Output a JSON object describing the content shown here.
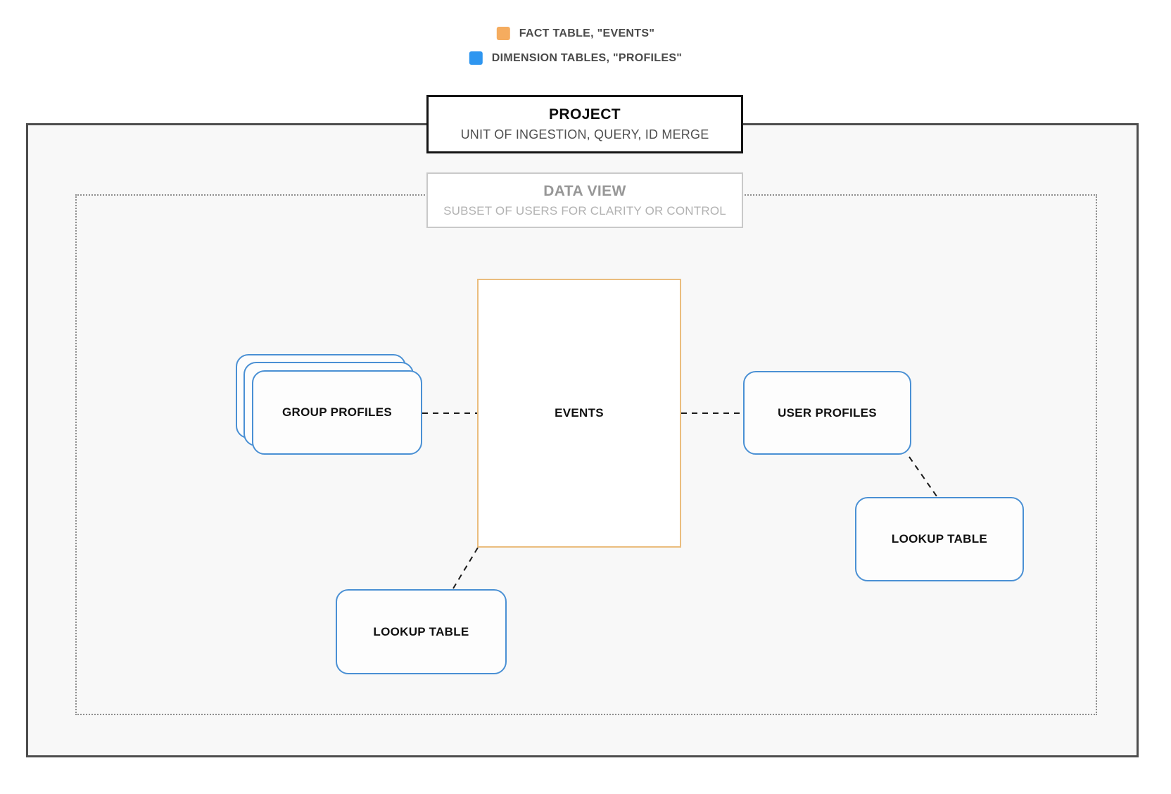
{
  "legend": {
    "items": [
      {
        "id": "fact",
        "label": "FACT TABLE, \"EVENTS\"",
        "color": "#F5AC5F"
      },
      {
        "id": "dimension",
        "label": "DIMENSION TABLES, \"PROFILES\"",
        "color": "#2E96F0"
      }
    ]
  },
  "containers": {
    "project": {
      "title": "PROJECT",
      "subtitle": "UNIT OF INGESTION, QUERY, ID MERGE"
    },
    "data_view": {
      "title": "DATA VIEW",
      "subtitle": "SUBSET OF USERS FOR CLARITY OR CONTROL"
    }
  },
  "nodes": {
    "events": {
      "label": "EVENTS",
      "type": "fact"
    },
    "group_profiles": {
      "label": "GROUP PROFILES",
      "type": "dimension",
      "stacked": true
    },
    "user_profiles": {
      "label": "USER PROFILES",
      "type": "dimension"
    },
    "lookup_table_right": {
      "label": "LOOKUP TABLE",
      "type": "dimension"
    },
    "lookup_table_bottom": {
      "label": "LOOKUP TABLE",
      "type": "dimension"
    }
  },
  "edges": [
    {
      "from": "group_profiles",
      "to": "events",
      "style": "dashed"
    },
    {
      "from": "events",
      "to": "user_profiles",
      "style": "dashed"
    },
    {
      "from": "user_profiles",
      "to": "lookup_table_right",
      "style": "dashed"
    },
    {
      "from": "events",
      "to": "lookup_table_bottom",
      "style": "dashed"
    }
  ],
  "colors": {
    "fact_border": "#EABD7E",
    "dimension_border": "#4A90D4",
    "outer_boundary_border": "#4D4D4D",
    "data_view_dotted_border": "#8E8E8E",
    "connector": "#1A1A1A",
    "panel_background": "#F8F8F8"
  }
}
